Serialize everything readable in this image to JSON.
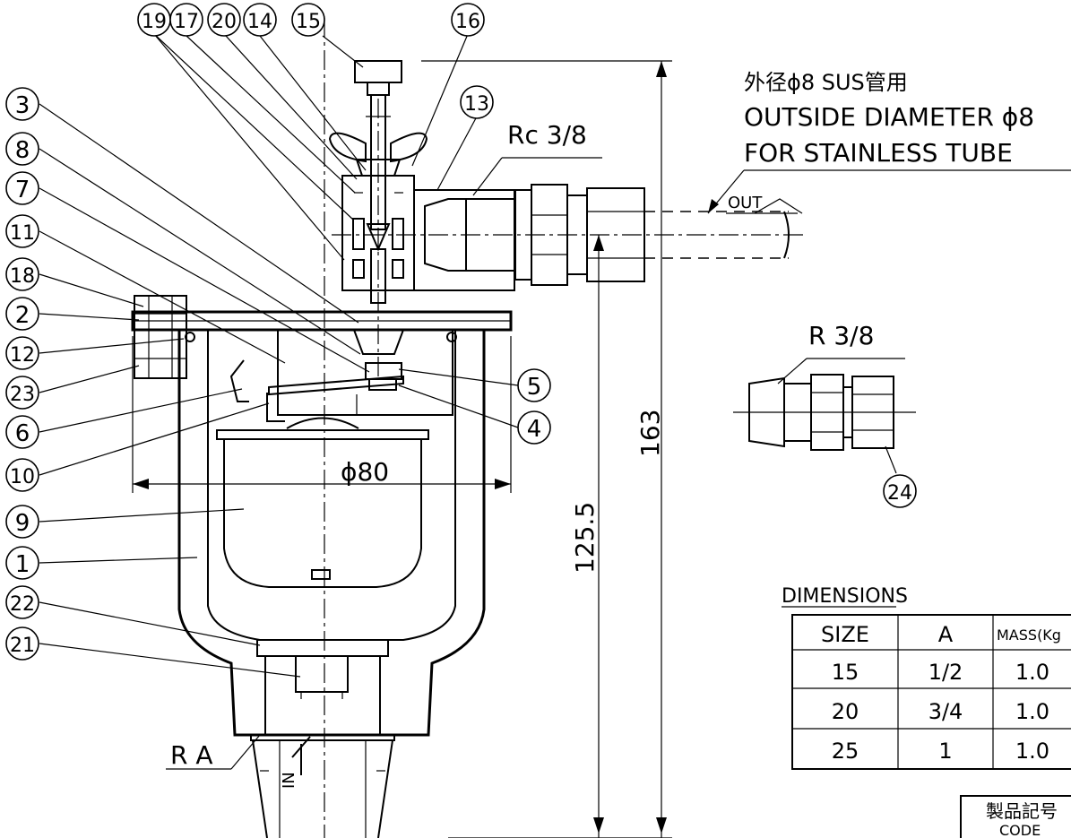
{
  "callouts": {
    "n1": "1",
    "n2": "2",
    "n3": "3",
    "n4": "4",
    "n5": "5",
    "n6": "6",
    "n7": "7",
    "n8": "8",
    "n9": "9",
    "n10": "10",
    "n11": "11",
    "n12": "12",
    "n13": "13",
    "n14": "14",
    "n15": "15",
    "n16": "16",
    "n17": "17",
    "n18": "18",
    "n19": "19",
    "n20": "20",
    "n21": "21",
    "n22": "22",
    "n23": "23",
    "n24": "24"
  },
  "annotations": {
    "tube_note_jp": "外径ϕ8 SUS管用",
    "tube_note_en1": "OUTSIDE DIAMETER ϕ8",
    "tube_note_en2": "FOR STAINLESS TUBE",
    "outlet_thread": "Rc 3/8",
    "out_label": "OUT",
    "fitting_thread": "R 3/8",
    "inlet_thread": "R A",
    "in_label": "IN",
    "dim_diameter": "ϕ80",
    "dim_height_total": "163",
    "dim_height_inlet": "125.5"
  },
  "dimensions_table": {
    "title": "DIMENSIONS",
    "headers": [
      "SIZE",
      "A",
      "MASS(Kg"
    ],
    "rows": [
      [
        "15",
        "1/2",
        "1.0"
      ],
      [
        "20",
        "3/4",
        "1.0"
      ],
      [
        "25",
        "1",
        "1.0"
      ]
    ]
  },
  "code_box": {
    "jp": "製品記号",
    "en": "CODE"
  }
}
